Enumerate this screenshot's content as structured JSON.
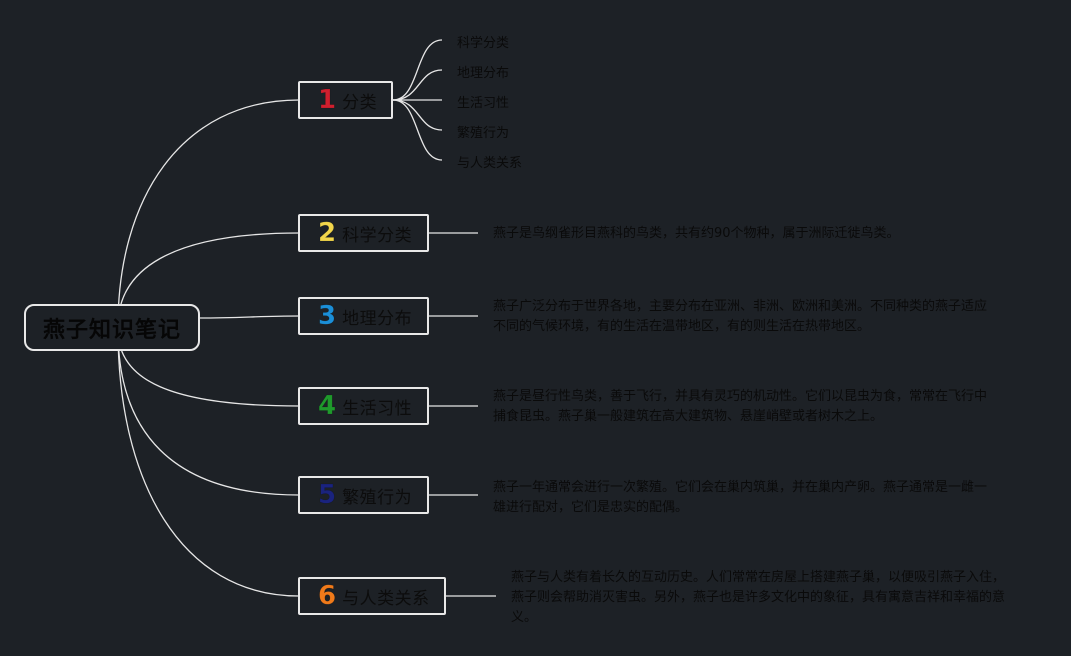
{
  "root": {
    "title": "燕子知识笔记"
  },
  "branches": [
    {
      "num": "1",
      "color": "#d01f2e",
      "label": "分类"
    },
    {
      "num": "2",
      "color": "#f2d64b",
      "label": "科学分类"
    },
    {
      "num": "3",
      "color": "#1b8fd8",
      "label": "地理分布"
    },
    {
      "num": "4",
      "color": "#1f9a2c",
      "label": "生活习性"
    },
    {
      "num": "5",
      "color": "#1a237e",
      "label": "繁殖行为"
    },
    {
      "num": "6",
      "color": "#f07a1a",
      "label": "与人类关系"
    }
  ],
  "subtopics": [
    "科学分类",
    "地理分布",
    "生活习性",
    "繁殖行为",
    "与人类关系"
  ],
  "descriptions": [
    "燕子是鸟纲雀形目燕科的鸟类，共有约90个物种，属于洲际迁徙鸟类。",
    "燕子广泛分布于世界各地，主要分布在亚洲、非洲、欧洲和美洲。不同种类的燕子适应不同的气候环境，有的生活在温带地区，有的则生活在热带地区。",
    "燕子是昼行性鸟类，善于飞行，并具有灵巧的机动性。它们以昆虫为食，常常在飞行中捕食昆虫。燕子巢一般建筑在高大建筑物、悬崖峭壁或者树木之上。",
    "燕子一年通常会进行一次繁殖。它们会在巢内筑巢，并在巢内产卵。燕子通常是一雌一雄进行配对，它们是忠实的配偶。",
    "燕子与人类有着长久的互动历史。人们常常在房屋上搭建燕子巢，以便吸引燕子入住，燕子则会帮助消灭害虫。另外，燕子也是许多文化中的象征，具有寓意吉祥和幸福的意义。"
  ]
}
